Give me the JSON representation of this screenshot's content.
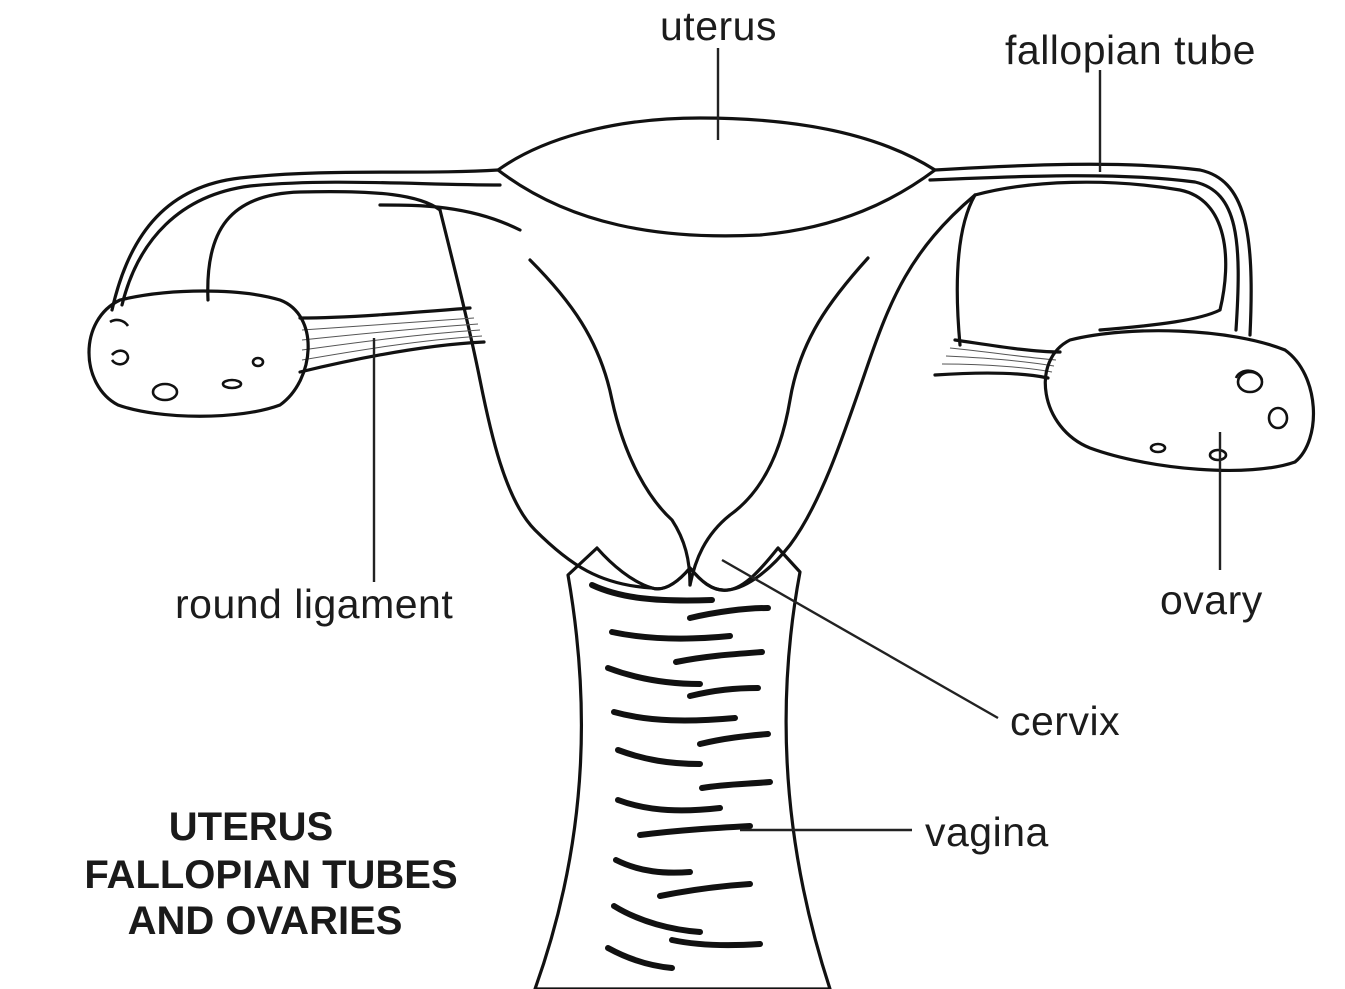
{
  "labels": {
    "uterus": "uterus",
    "fallopian_tube": "fallopian tube",
    "round_ligament": "round ligament",
    "ovary": "ovary",
    "cervix": "cervix",
    "vagina": "vagina"
  },
  "caption": {
    "line1": "UTERUS",
    "line2": "FALLOPIAN TUBES",
    "line3": "AND OVARIES"
  },
  "colors": {
    "organ_fill": "#d3d3d3",
    "outline": "#111111",
    "background": "#ffffff"
  }
}
